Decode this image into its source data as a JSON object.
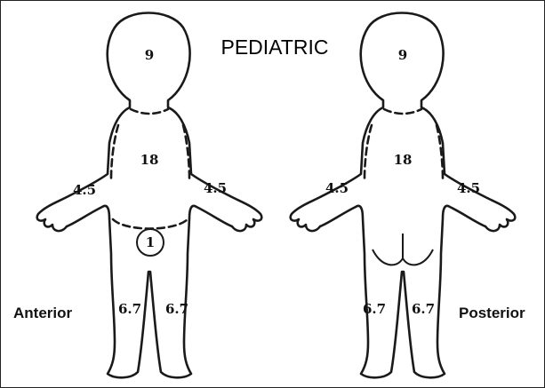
{
  "title": "PEDIATRIC",
  "anterior": {
    "label": "Anterior",
    "head": "9",
    "trunk": "18",
    "arm_left": "4.5",
    "arm_right": "4.5",
    "perineum": "1",
    "leg_left": "6.7",
    "leg_right": "6.7"
  },
  "posterior": {
    "label": "Posterior",
    "head": "9",
    "trunk": "18",
    "arm_left": "4.5",
    "arm_right": "4.5",
    "leg_left": "6.7",
    "leg_right": "6.7"
  }
}
